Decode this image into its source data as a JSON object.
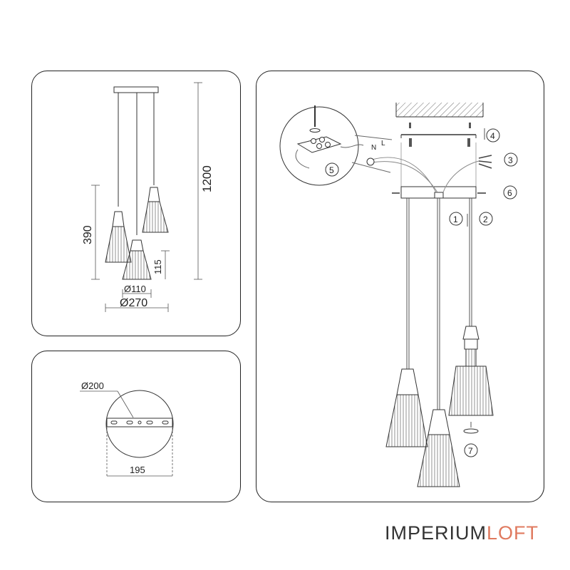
{
  "dimensions": {
    "height_total": "1200",
    "height_shade_hang": "390",
    "height_shade": "115",
    "dia_shade": "Ø110",
    "dia_total": "Ø270",
    "dia_canopy": "Ø200",
    "bracket_width": "195"
  },
  "wiring": {
    "neutral": "N",
    "live": "L"
  },
  "steps": [
    "1",
    "2",
    "3",
    "4",
    "5",
    "6",
    "7"
  ],
  "brand": {
    "part1": "IMPERIUM",
    "part2": "LOFT",
    "color1": "#333333",
    "color2": "#e07a5f"
  }
}
